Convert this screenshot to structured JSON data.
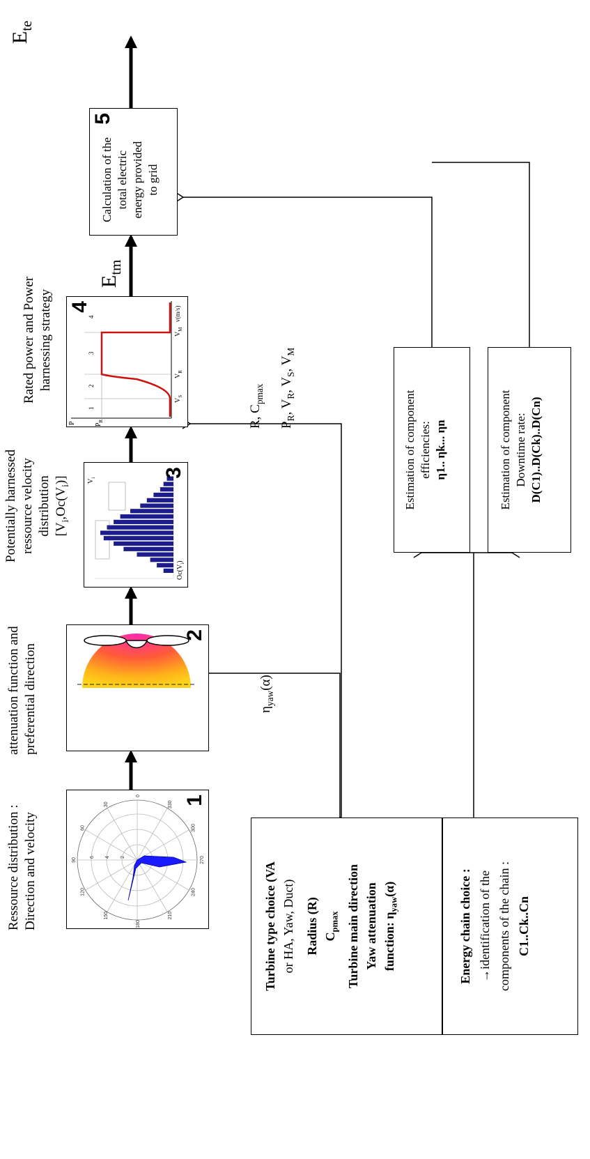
{
  "captions": {
    "c1_line1": "Ressource distribution :",
    "c1_line2": "Direction  and velocity",
    "c2_line1": "attenuation function and",
    "c2_line2": "preferential direction",
    "c3_line1": "Potentially harnessed",
    "c3_line2": "ressource velocity",
    "c3_line3": "distribution",
    "c3_line4": "[V",
    "c3_line4b": "i",
    "c3_line4c": ",Oc(V",
    "c3_line4d": "i",
    "c3_line4e": ")]",
    "c4_line1": "Rated power and Power",
    "c4_line2": "harnessing strategy"
  },
  "boxes": {
    "b1_num": "1",
    "b2_num": "2",
    "b3_num": "3",
    "b4_num": "4",
    "b5_num": "5",
    "b5_line1": "Calculation of the",
    "b5_line2": "total electric",
    "b5_line3": "energy provided",
    "b5_line4": "to grid",
    "eff_line1": "Estimation of component",
    "eff_line2": "efficiencies:",
    "eff_line3": "η1.. ηk... ηn",
    "down_line1": "Estimation of component",
    "down_line2": "Downtime  rate:",
    "down_line3": "D(C1)..D(Ck)..D(Cn)"
  },
  "turbine_box": {
    "l1": "Turbine type choice (VA",
    "l2": "or HA, Yaw, Duct)",
    "l3": "Radius (R)",
    "l4": "C",
    "l4sub": "pmax",
    "l5": "Turbine main direction",
    "l6": "Yaw attenuation",
    "l7": "function: η",
    "l7sub": "yaw",
    "l7b": "(α)"
  },
  "chain_box": {
    "l1": "Energy chain choice :",
    "l2": "→identification of the",
    "l3": "components of the chain :",
    "l4": "C1..Ck..Cn"
  },
  "labels": {
    "etm": "E",
    "etm_sub": "tm",
    "ete": "E",
    "ete_sub": "te",
    "eta_yaw": "η",
    "eta_yaw_sub": "yaw",
    "eta_yaw_arg": "(α)",
    "r_cpmax": "R, C",
    "r_cpmax_sub": "pmax",
    "pr_a": "P",
    "pr_a_sub": "R",
    "pr_b": ", V",
    "pr_b_sub": "R",
    "pr_c": ", V",
    "pr_c_sub": "S",
    "pr_d": ", V",
    "pr_d_sub": "M"
  },
  "polar": {
    "angle_labels": [
      "0",
      "30",
      "60",
      "90",
      "120",
      "150",
      "180",
      "210",
      "240",
      "270",
      "300",
      "330"
    ],
    "radial_labels": [
      "2",
      "4",
      "6"
    ]
  },
  "hist": {
    "ylabel": "Oc(V",
    "ylabel_sub": "i",
    "ylabel_end": ")",
    "xlabel": "V",
    "xlabel_sub": "i",
    "values": [
      3,
      5,
      7,
      11,
      15,
      18,
      21,
      22,
      20,
      18,
      16,
      13,
      10,
      8,
      6,
      4,
      3,
      2
    ]
  },
  "power_curve": {
    "y_axis": "P",
    "y_rated": "P",
    "y_rated_sub": "R",
    "x_axis": "v(m/s)",
    "x_ticks": [
      "V",
      "V",
      "V"
    ],
    "x_ticks_sub": [
      "S",
      "R",
      "M"
    ],
    "region_labels": [
      "1",
      "2",
      "3",
      "4"
    ]
  }
}
